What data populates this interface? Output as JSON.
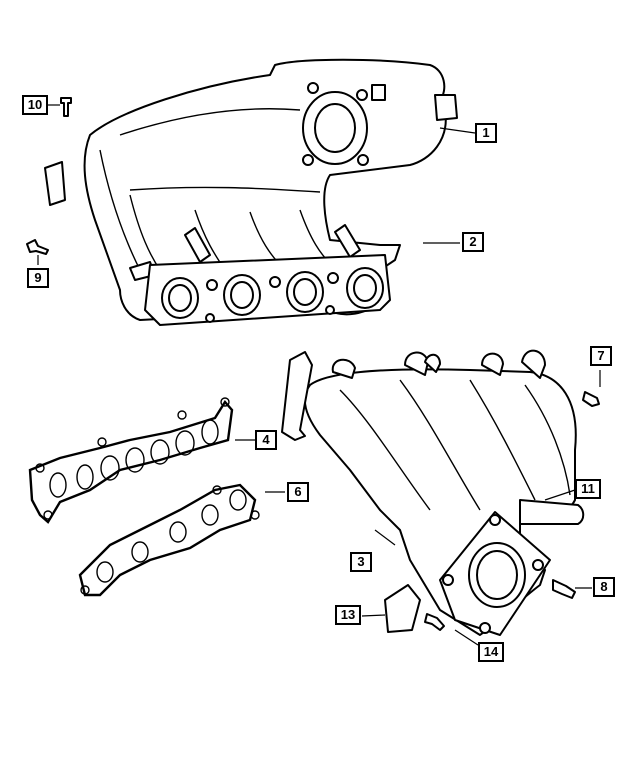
{
  "callouts": [
    {
      "id": "1",
      "label": "1"
    },
    {
      "id": "2",
      "label": "2"
    },
    {
      "id": "3",
      "label": "3"
    },
    {
      "id": "4",
      "label": "4"
    },
    {
      "id": "6",
      "label": "6"
    },
    {
      "id": "7",
      "label": "7"
    },
    {
      "id": "8",
      "label": "8"
    },
    {
      "id": "9",
      "label": "9"
    },
    {
      "id": "10",
      "label": "10"
    },
    {
      "id": "11",
      "label": "11"
    },
    {
      "id": "13",
      "label": "13"
    },
    {
      "id": "14",
      "label": "14"
    }
  ]
}
